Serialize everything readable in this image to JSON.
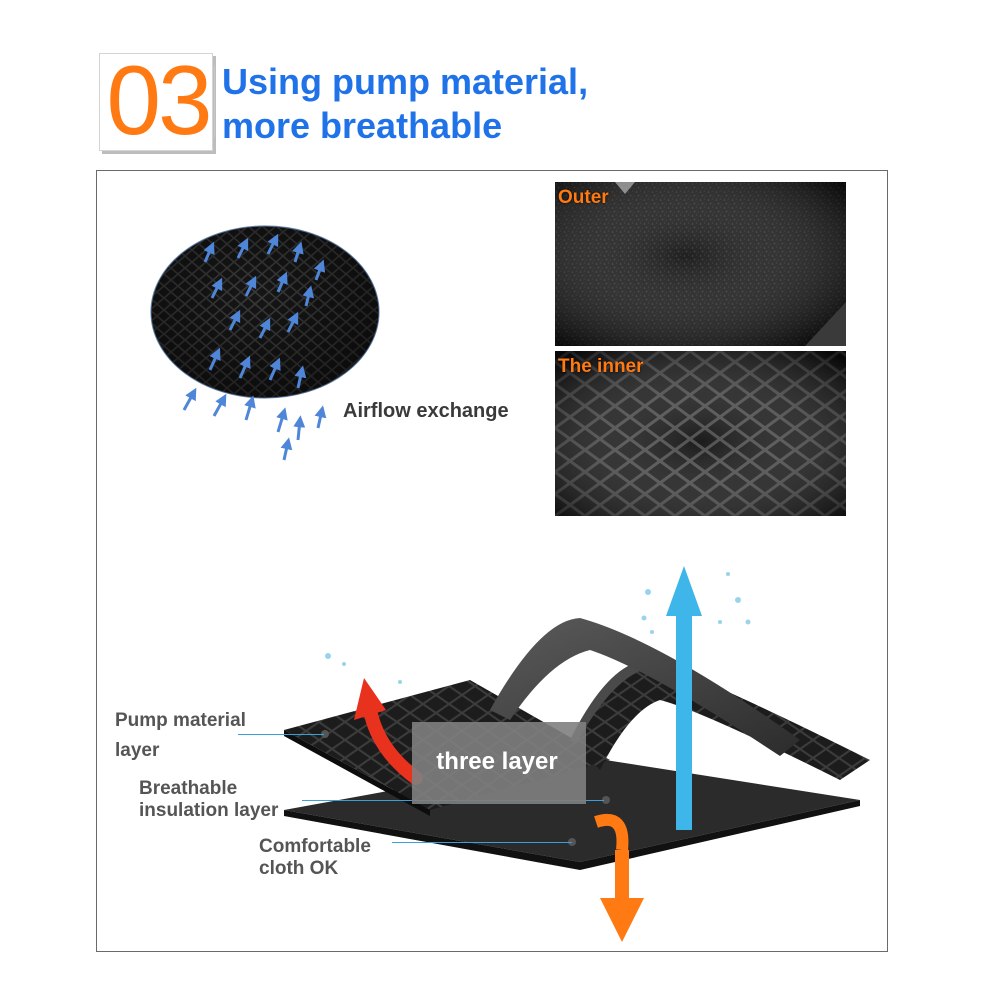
{
  "header": {
    "number": "03",
    "title_line1": "Using pump material,",
    "title_line2": "more breathable"
  },
  "top_panel": {
    "airflow_label": "Airflow exchange",
    "outer_label": "Outer",
    "inner_label": "The inner"
  },
  "bottom_panel": {
    "pump_label": [
      "Pump material",
      "layer"
    ],
    "breathable_label": [
      "Breathable",
      "insulation layer"
    ],
    "cloth_label": [
      "Comfortable",
      "cloth OK"
    ],
    "three_layer_label": "three layer"
  },
  "colors": {
    "orange": "#ff7a12",
    "blue_title": "#1f72e8",
    "arrow_blue": "#4f86d8",
    "cyan_arrow": "#3fb6ea",
    "red_arrow": "#e8321e",
    "leader_line": "#3aa0d8"
  }
}
